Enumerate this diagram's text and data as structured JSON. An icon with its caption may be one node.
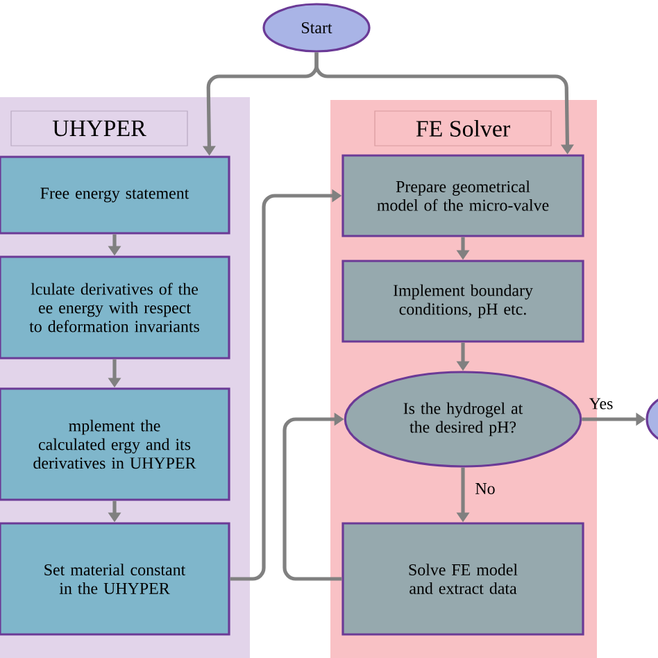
{
  "diagram": {
    "nodes": [
      {
        "text": [
          "Start"
        ]
      },
      {
        "text": [
          "UHYPER"
        ]
      },
      {
        "text": [
          "Free energy statement"
        ],
        "in": 1
      },
      {
        "text": [
          "lculate derivatives of the ee energy with respect to deformation invariants"
        ],
        "in": 1
      },
      {
        "text": [
          "mplement the calculated ergy and its derivatives in UHYPER"
        ],
        "in": 1
      },
      {
        "text": [
          "Set material constant in the UHYPER"
        ],
        "in": 1
      },
      {
        "text": [
          "FE Solver"
        ]
      },
      {
        "text": [
          "Prepare geometrical model of the micro-valve"
        ],
        "in": 6
      },
      {
        "text": [
          "Implement boundary conditions, pH etc."
        ],
        "in": 6
      },
      {
        "text": [
          "Is the hydrogel at the desired pH?"
        ],
        "in": 6
      },
      {
        "text": [
          "Solve FE model and extract data"
        ],
        "in": 6
      },
      {
        "text": [],
        "shape": "ellipse"
      }
    ],
    "edges": [
      {
        "from": 0,
        "to": 2,
        "arrow": "to"
      },
      {
        "from": 0,
        "to": 7,
        "arrow": "to"
      },
      {
        "from": 2,
        "to": 3,
        "arrow": "to"
      },
      {
        "from": 3,
        "to": 4,
        "arrow": "to"
      },
      {
        "from": 4,
        "to": 5,
        "arrow": "to"
      },
      {
        "from": 5,
        "to": 7,
        "arrow": "to"
      },
      {
        "from": 7,
        "to": 8,
        "arrow": "to"
      },
      {
        "from": 8,
        "to": 9,
        "arrow": "to"
      },
      {
        "from": 9,
        "to": 10,
        "label": "No",
        "arrow": "to"
      },
      {
        "from": 10,
        "to": 9,
        "arrow": "to"
      },
      {
        "from": 9,
        "to": 11,
        "label": "Yes",
        "arrow": "to"
      }
    ]
  }
}
